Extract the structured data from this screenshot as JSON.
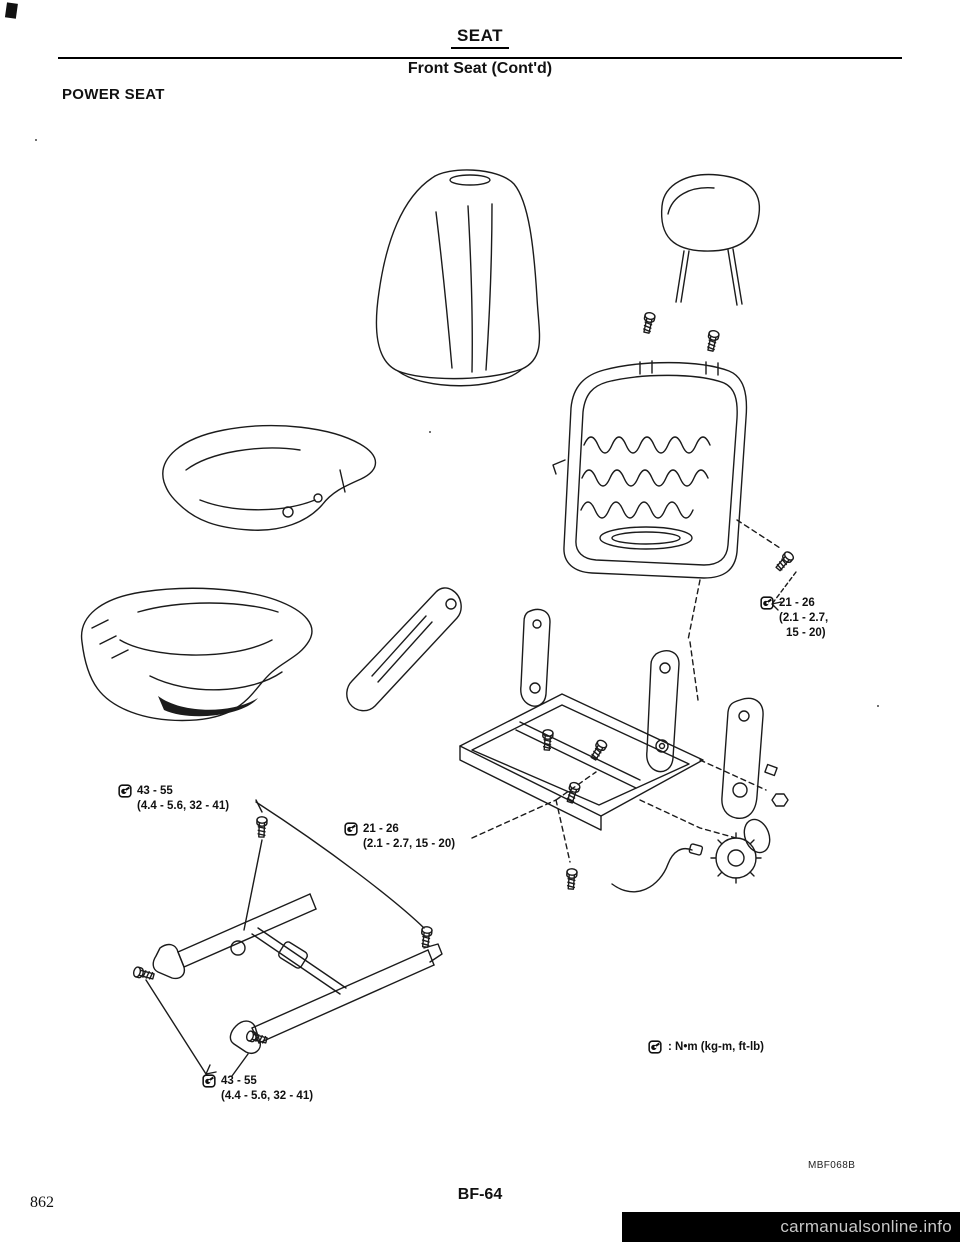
{
  "header": {
    "title": "SEAT",
    "subtitle": "Front Seat (Cont'd)",
    "section": "POWER SEAT"
  },
  "annotations": {
    "torque1": {
      "line1": "21 - 26",
      "line2": "(2.1 - 2.7,",
      "line3": "15 - 20)"
    },
    "torque2": {
      "line1": "43 - 55",
      "line2": "(4.4 - 5.6, 32 - 41)"
    },
    "torque3": {
      "line1": "21 - 26",
      "line2": "(2.1 - 2.7, 15 - 20)"
    },
    "torque4": {
      "line1": "43 - 55",
      "line2": "(4.4 - 5.6, 32 - 41)"
    },
    "legend": ": N•m (kg-m, ft-lb)"
  },
  "footer": {
    "figure_code": "MBF068B",
    "page_code": "BF-64",
    "page_number": "862",
    "watermark": "carmanualsonline.info"
  }
}
